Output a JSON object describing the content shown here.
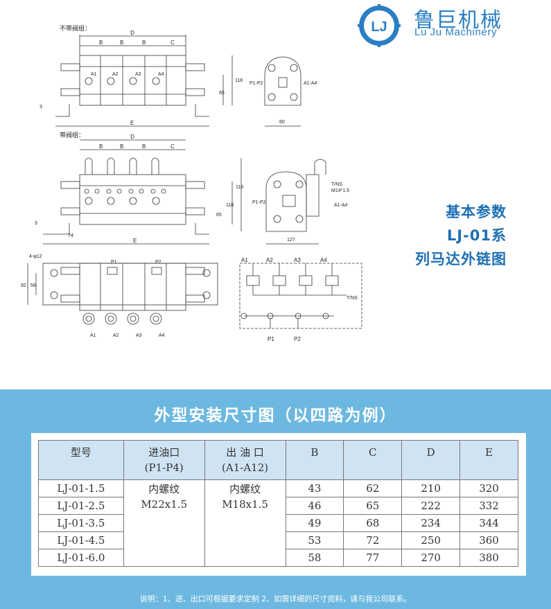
{
  "brand": {
    "name_cn": "鲁巨机械",
    "name_en": "Lu Ju Machinery",
    "logo_text": "LJ",
    "color": "#2a7fc4"
  },
  "drawing": {
    "label_no_valve": "不带阀组：",
    "label_with_valve": "带阀组：",
    "dims": {
      "B": "B",
      "C": "C",
      "D": "D",
      "E": "E",
      "h118": "118",
      "h65": "65",
      "w60": "60",
      "w74": "74",
      "w127": "127",
      "h3": "3",
      "h92": "92",
      "h56": "56",
      "d4": "4-φ12",
      "ns": "T/NS",
      "m": "M14*1.5",
      "port_p": "P1-P2",
      "port_a": "A1-A4"
    },
    "ports_a": [
      "A1",
      "A2",
      "A3",
      "A4"
    ],
    "ports_p": [
      "P1",
      "P2"
    ],
    "schematic_a": [
      "A1",
      "A2",
      "A3",
      "A4"
    ],
    "schematic_ns": "T/NS",
    "schematic_p": [
      "P1",
      "P2"
    ]
  },
  "side_title": {
    "line1": "基本参数",
    "line2": "LJ-01系",
    "line3": "列马达外链图"
  },
  "section_title": "外型安装尺寸图（以四路为例）",
  "table": {
    "headers": [
      {
        "line1": "型号",
        "line2": ""
      },
      {
        "line1": "进油口",
        "line2": "(P1-P4)"
      },
      {
        "line1": "出 油 口",
        "line2": "(A1-A12)"
      },
      {
        "line1": "B",
        "line2": ""
      },
      {
        "line1": "C",
        "line2": ""
      },
      {
        "line1": "D",
        "line2": ""
      },
      {
        "line1": "E",
        "line2": ""
      }
    ],
    "inlet": {
      "line1": "内螺纹",
      "line2": "M22x1.5"
    },
    "outlet": {
      "line1": "内螺纹",
      "line2": "M18x1.5"
    },
    "rows": [
      {
        "model": "LJ-01-1.5",
        "B": "43",
        "C": "62",
        "D": "210",
        "E": "320"
      },
      {
        "model": "LJ-01-2.5",
        "B": "46",
        "C": "65",
        "D": "222",
        "E": "332"
      },
      {
        "model": "LJ-01-3.5",
        "B": "49",
        "C": "68",
        "D": "234",
        "E": "344"
      },
      {
        "model": "LJ-01-4.5",
        "B": "53",
        "C": "72",
        "D": "250",
        "E": "360"
      },
      {
        "model": "LJ-01-6.0",
        "B": "58",
        "C": "77",
        "D": "270",
        "E": "380"
      }
    ]
  },
  "footnote": "说明：1、进、出口可根据要求定制   2、如需详细的尺寸资料，请与我公司联系。",
  "colors": {
    "band": "#6db8e0",
    "header_cell": "#cfe3f3",
    "title_blue": "#1f6fb3"
  }
}
